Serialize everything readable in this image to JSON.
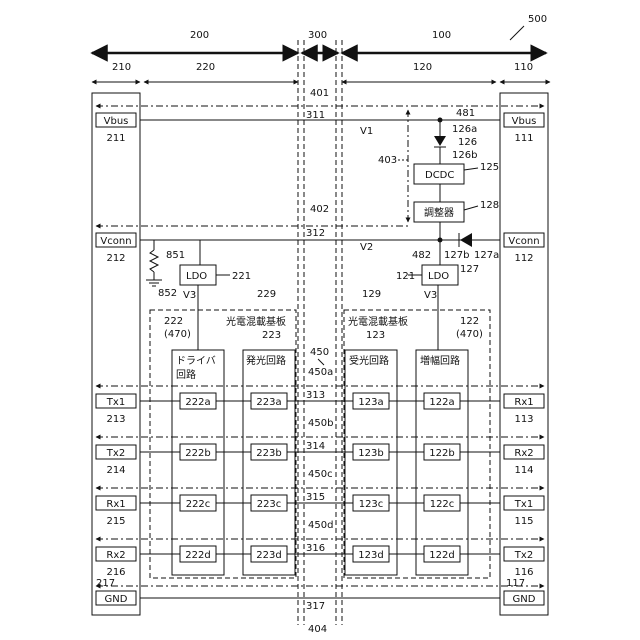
{
  "figure_number": "500",
  "top_sections": {
    "s200": "200",
    "s300": "300",
    "s100": "100",
    "s210": "210",
    "s220": "220",
    "s120": "120",
    "s110": "110"
  },
  "connectors": {
    "left": [
      {
        "label": "Vbus",
        "ref": "211"
      },
      {
        "label": "Vconn",
        "ref": "212"
      },
      {
        "label": "Tx1",
        "ref": "213"
      },
      {
        "label": "Tx2",
        "ref": "214"
      },
      {
        "label": "Rx1",
        "ref": "215"
      },
      {
        "label": "Rx2",
        "ref": "216"
      },
      {
        "label": "GND",
        "ref": "217"
      }
    ],
    "right": [
      {
        "label": "Vbus",
        "ref": "111"
      },
      {
        "label": "Vconn",
        "ref": "112"
      },
      {
        "label": "Rx1",
        "ref": "113"
      },
      {
        "label": "Rx2",
        "ref": "114"
      },
      {
        "label": "Tx1",
        "ref": "115"
      },
      {
        "label": "Tx2",
        "ref": "116"
      },
      {
        "label": "GND",
        "ref": "117"
      }
    ]
  },
  "lines": [
    "311",
    "312",
    "313",
    "314",
    "315",
    "316",
    "317"
  ],
  "paths": [
    "401",
    "402",
    "403",
    "404"
  ],
  "optical": [
    "450",
    "450a",
    "450b",
    "450c",
    "450d"
  ],
  "voltages": {
    "v1": "V1",
    "v2": "V2",
    "v3": "V3"
  },
  "blocks": {
    "dcdc": "DCDC",
    "dcdc_ref": "125",
    "regulator": "調整器",
    "regulator_ref": "128",
    "ldo": "LDO",
    "ldo_left_ref": "221",
    "ldo_right_ref": "121",
    "driver": "ドライバ\n回路",
    "emitter": "発光回路",
    "receiver": "受光回路",
    "amp": "増幅回路",
    "board_left": "光電混載基板",
    "board_left_ref": "223",
    "board_left_outer": "229",
    "board_right": "光電混載基板",
    "board_right_ref": "123",
    "board_right_outer": "129",
    "driver_ref": "222",
    "driver_sub": "(470)",
    "amp_ref": "122",
    "amp_sub": "(470)"
  },
  "diode_refs": {
    "d126": "126",
    "d126a": "126a",
    "d126b": "126b",
    "d127": "127",
    "d127a": "127a",
    "d127b": "127b"
  },
  "nodes": {
    "n481": "481",
    "n482": "482"
  },
  "resistor": {
    "r851": "851",
    "g852": "852"
  },
  "cells": {
    "driver": [
      "222a",
      "222b",
      "222c",
      "222d"
    ],
    "emitter": [
      "223a",
      "223b",
      "223c",
      "223d"
    ],
    "receiver": [
      "123a",
      "123b",
      "123c",
      "123d"
    ],
    "amp": [
      "122a",
      "122b",
      "122c",
      "122d"
    ]
  }
}
